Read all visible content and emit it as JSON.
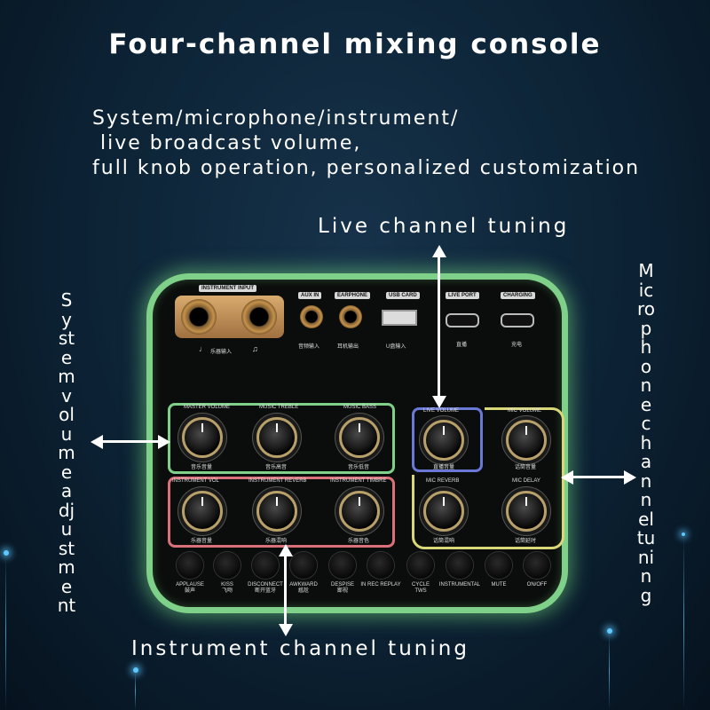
{
  "title": "Four-channel mixing console",
  "subtitle": "System/microphone/instrument/\n live broadcast volume,\nfull knob operation, personalized customization",
  "callouts": {
    "live": "Live channel tuning",
    "mic": "Microphone channel tuning",
    "system": "System volume adjustment",
    "instrument": "Instrument channel tuning"
  },
  "device": {
    "top_panel": {
      "instrument_input": "INSTRUMENT INPUT",
      "instrument_input_cn": "乐器输入",
      "aux_in": "AUX IN",
      "aux_in_cn": "音频输入",
      "earphone": "EARPHONE",
      "earphone_cn": "耳机输出",
      "usb_card": "USB CARD",
      "usb_card_cn": "U盘输入",
      "live_port": "LIVE PORT",
      "live_port_cn": "直播",
      "charging": "CHARGING",
      "charging_cn": "充电"
    },
    "knobs_row1": [
      {
        "label": "MASTER VOLUME",
        "cn": "音乐音量"
      },
      {
        "label": "MUSIC TREBLE",
        "cn": "音乐高音"
      },
      {
        "label": "MUSIC BASS",
        "cn": "音乐低音"
      },
      {
        "label": "LIVE VOLUME",
        "cn": "直播音量"
      },
      {
        "label": "MIC VOLUME",
        "cn": "话筒音量"
      }
    ],
    "knobs_row2": [
      {
        "label": "INSTRUMENT VOL",
        "cn": "乐器音量"
      },
      {
        "label": "INSTRUMENT REVERB",
        "cn": "乐器混响"
      },
      {
        "label": "INSTRUMENT TIMBRE",
        "cn": "乐器音色"
      },
      {
        "label": "MIC REVERB",
        "cn": "话筒混响"
      },
      {
        "label": "MIC DELAY",
        "cn": "话筒延时"
      }
    ],
    "buttons": [
      {
        "label": "APPLAUSE\n鼓声"
      },
      {
        "label": "KISS\n飞吻"
      },
      {
        "label": "DISCONNECT\n断开蓝牙"
      },
      {
        "label": "AWKWARD\n尴尬"
      },
      {
        "label": "DESPISE\n鄙视"
      },
      {
        "label": "IN REC REPLAY"
      },
      {
        "label": "CYCLE\nTWS"
      },
      {
        "label": "INSTRUMENTAL"
      },
      {
        "label": "MUTE"
      },
      {
        "label": "ON/OFF"
      }
    ]
  },
  "colors": {
    "system_box": "#7fd089",
    "instrument_box": "#d9707a",
    "live_box": "#6a78d6",
    "mic_box": "#d8d879"
  }
}
